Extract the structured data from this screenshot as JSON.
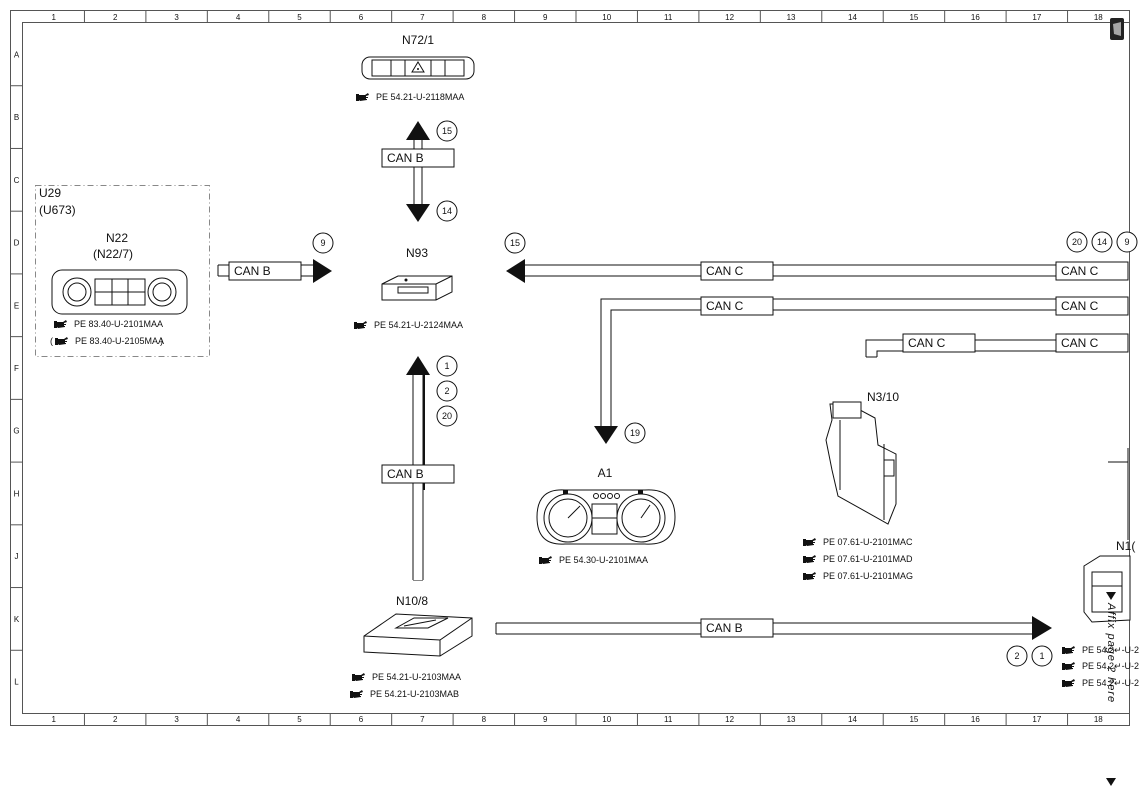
{
  "grid": {
    "columns": [
      "1",
      "2",
      "3",
      "4",
      "5",
      "6",
      "7",
      "8",
      "9",
      "10",
      "11",
      "12",
      "13",
      "14",
      "15",
      "16",
      "17",
      "18"
    ],
    "rows": [
      "A",
      "B",
      "C",
      "D",
      "E",
      "F",
      "G",
      "H",
      "J",
      "K",
      "L"
    ]
  },
  "components": {
    "n72_1": {
      "label": "N72/1",
      "refs": [
        "PE 54.21-U-2118MAA"
      ]
    },
    "u29": {
      "label": "U29",
      "alt": "(U673)"
    },
    "n22": {
      "label": "N22",
      "alt": "(N22/7)",
      "refs": [
        "PE 83.40-U-2101MAA",
        "PE 83.40-U-2105MAA"
      ]
    },
    "n93": {
      "label": "N93",
      "refs": [
        "PE 54.21-U-2124MAA"
      ]
    },
    "a1": {
      "label": "A1",
      "refs": [
        "PE 54.30-U-2101MAA"
      ]
    },
    "n3_10": {
      "label": "N3/10",
      "refs": [
        "PE 07.61-U-2101MAC",
        "PE 07.61-U-2101MAD",
        "PE 07.61-U-2101MAG"
      ]
    },
    "n10_8": {
      "label": "N10/8",
      "refs": [
        "PE 54.21-U-2103MAA",
        "PE 54.21-U-2103MAB"
      ]
    },
    "n10_cut": {
      "label": "N1(",
      "refs": [
        "PE 54.2↵-U-2",
        "PE 54.2↵-U-2",
        "PE 54.2↵-U-2"
      ]
    }
  },
  "buses": {
    "can_b": "CAN B",
    "can_c": "CAN C"
  },
  "pins": {
    "n72_up": "15",
    "n72_down": "14",
    "n22_out": "9",
    "n93_in": "15",
    "n93_up": [
      "1",
      "2",
      "20"
    ],
    "a1_in": "19",
    "right_top": [
      "20",
      "14",
      "9"
    ],
    "bottom_right": [
      "2",
      "1"
    ]
  },
  "side_note": "Affix page 2 here",
  "colors": {
    "line": "#111111",
    "frame": "#555555",
    "dash": "#888888"
  }
}
